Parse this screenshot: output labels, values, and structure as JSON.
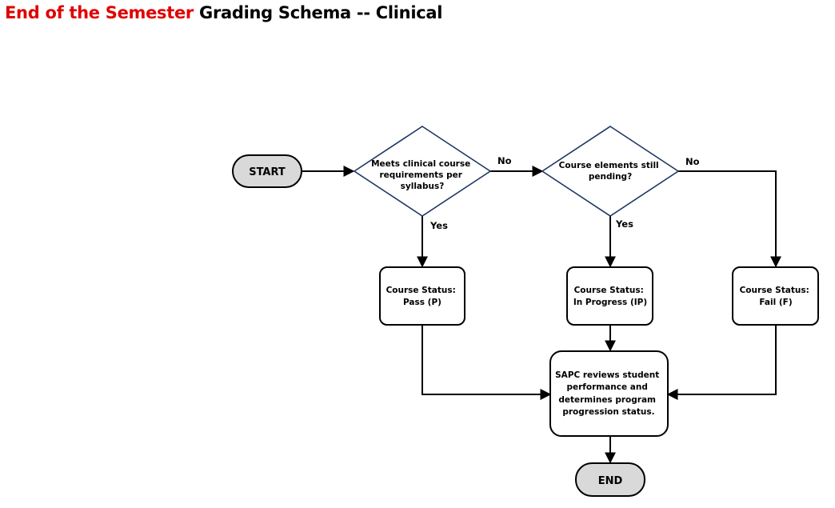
{
  "title": {
    "accent": "End of the Semester",
    "rest": " Grading Schema -- Clinical",
    "accent_color": "#e00000"
  },
  "nodes": {
    "start": "START",
    "decision1": [
      "Meets clinical course",
      "requirements per",
      "syllabus?"
    ],
    "decision2": [
      "Course elements still",
      "pending?"
    ],
    "pass": [
      "Course Status:",
      "Pass (P)"
    ],
    "in_progress": [
      "Course Status:",
      "In Progress (IP)"
    ],
    "fail": [
      "Course Status:",
      "Fail (F)"
    ],
    "sapc": [
      "SAPC reviews student",
      "performance and",
      "determines program",
      "progression status."
    ],
    "end": "END"
  },
  "edge_labels": {
    "d1_no": "No",
    "d1_yes": "Yes",
    "d2_no": "No",
    "d2_yes": "Yes"
  },
  "colors": {
    "terminal_fill": "#d9d9d9",
    "diamond_stroke": "#1f3864",
    "line": "#000000"
  }
}
